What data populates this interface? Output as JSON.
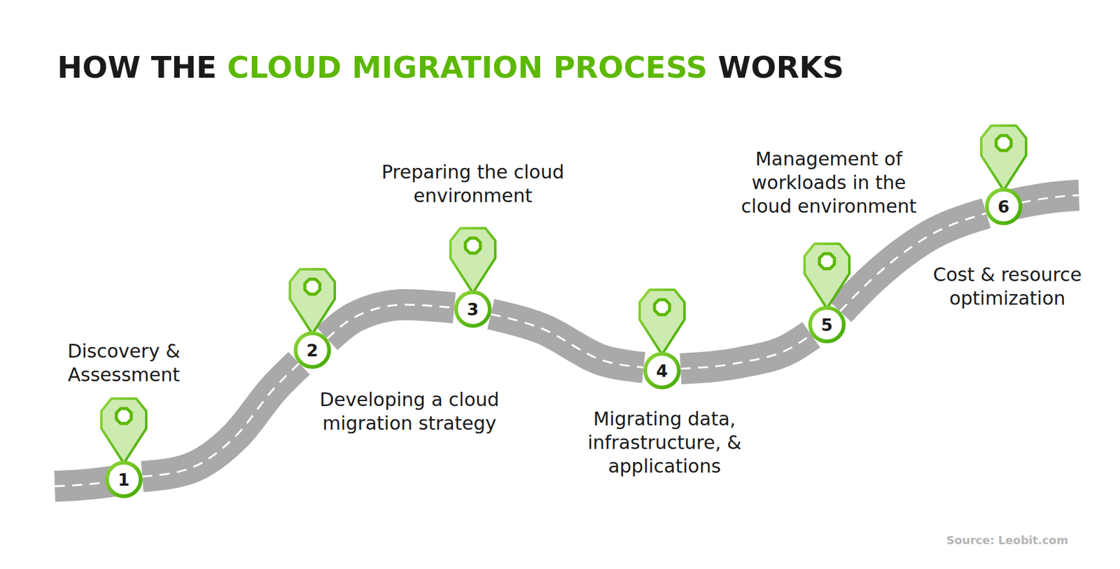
{
  "diagram": {
    "title": "HOW THE CLOUD MIGRATION PROCESS WORKS",
    "nodes": [
      {
        "text": [
          "1",
          "Discovery & Assessment"
        ]
      },
      {
        "text": [
          "2",
          "Developing a cloud migration strategy"
        ]
      },
      {
        "text": [
          "3",
          "Preparing the cloud environment"
        ]
      },
      {
        "text": [
          "4",
          "Migrating data, infrastructure, & applications"
        ]
      },
      {
        "text": [
          "5",
          "Management of workloads in the cloud environment"
        ]
      },
      {
        "text": [
          "6",
          "Cost & resource optimization"
        ]
      }
    ],
    "edges": [
      {
        "from": 0,
        "to": 1,
        "arrow": "none"
      },
      {
        "from": 1,
        "to": 2,
        "arrow": "none"
      },
      {
        "from": 2,
        "to": 3,
        "arrow": "none"
      },
      {
        "from": 3,
        "to": 4,
        "arrow": "none"
      },
      {
        "from": 4,
        "to": 5,
        "arrow": "none"
      }
    ],
    "labels": [
      "Source: Leobit.com"
    ]
  }
}
